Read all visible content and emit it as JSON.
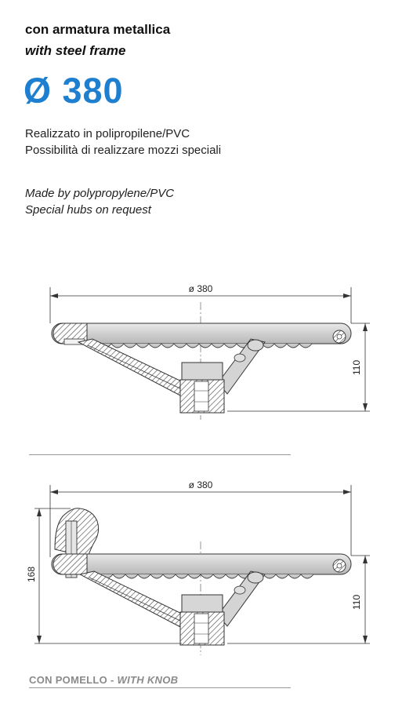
{
  "header": {
    "line_it": "con armatura metallica",
    "line_en": "with steel frame",
    "diameter": "Ø 380"
  },
  "description_it": {
    "line1": "Realizzato in polipropilene/PVC",
    "line2": "Possibilità di realizzare mozzi speciali"
  },
  "description_en": {
    "line1": "Made by polypropylene/PVC",
    "line2": "Special hubs on request"
  },
  "drawing1": {
    "dim_diameter": "ø 380",
    "dim_height": "110"
  },
  "drawing2": {
    "dim_diameter": "ø 380",
    "dim_height": "110",
    "dim_knob_height": "168"
  },
  "caption": {
    "it": "CON POMELLO",
    "sep": " - ",
    "en": "WITH KNOB"
  },
  "colors": {
    "accent": "#1e7fd0",
    "caption": "#8a8a8a"
  }
}
